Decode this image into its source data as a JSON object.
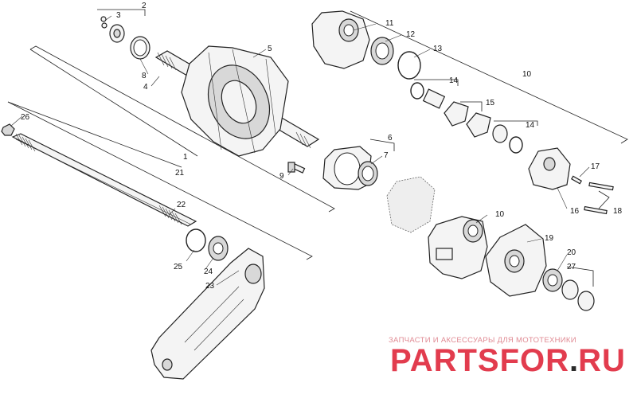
{
  "callouts": {
    "c1": "1",
    "c2": "2",
    "c3": "3",
    "c4": "4",
    "c5": "5",
    "c6": "6",
    "c7": "7",
    "c8": "8",
    "c9": "9",
    "c10a": "10",
    "c10b": "10",
    "c11": "11",
    "c12": "12",
    "c13": "13",
    "c14a": "14",
    "c14b": "14",
    "c15": "15",
    "c16": "16",
    "c17": "17",
    "c18": "18",
    "c19": "19",
    "c20": "20",
    "c21": "21",
    "c22": "22",
    "c23": "23",
    "c24": "24",
    "c25": "25",
    "c26": "26",
    "c27": "27"
  },
  "watermark": {
    "tagline": "ЗАПЧАСТИ И АКСЕССУАРЫ ДЛЯ МОТОТЕХНИКИ",
    "brand_main": "PARTSFOR",
    "brand_dot": ".",
    "brand_tld": "RU"
  },
  "colors": {
    "watermark_red": "#e23c4e",
    "watermark_light": "#e08a93",
    "ink": "#222222"
  }
}
